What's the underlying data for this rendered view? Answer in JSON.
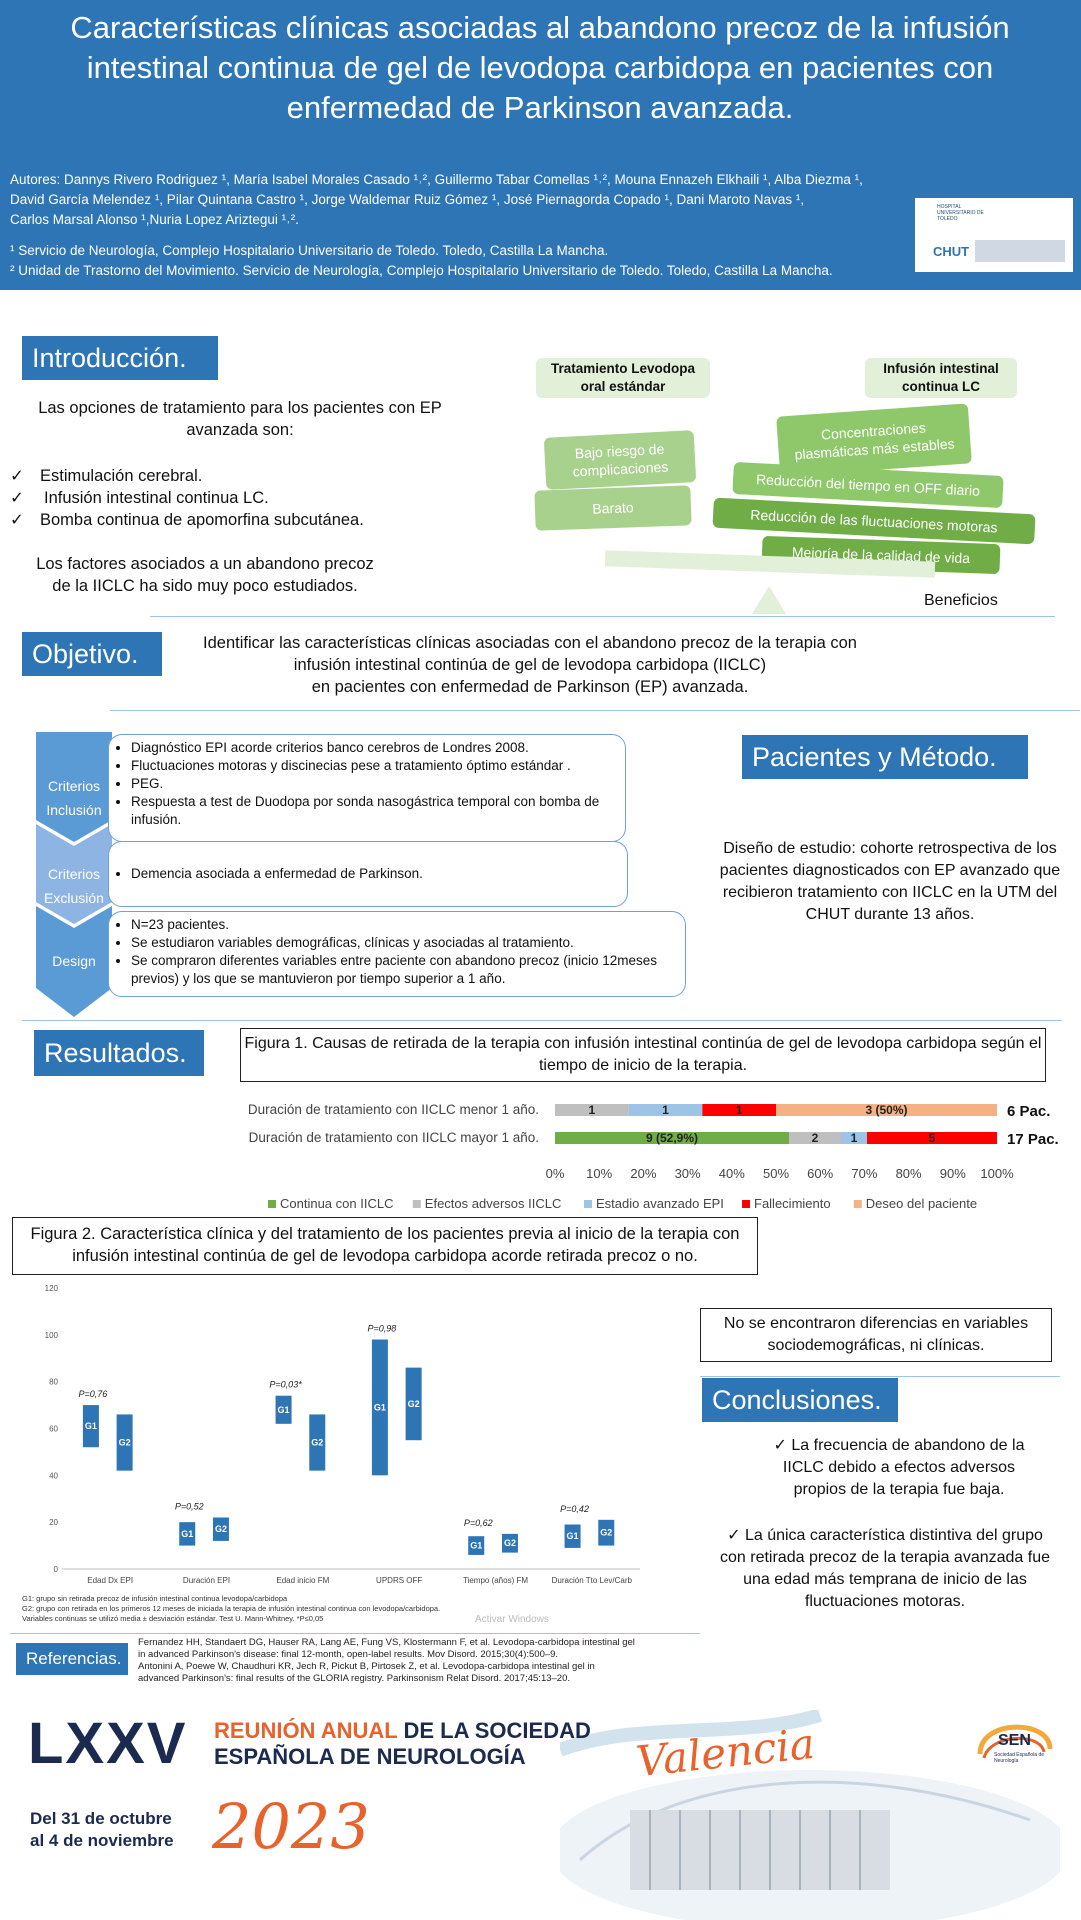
{
  "header": {
    "title": "Características clínicas asociadas al abandono precoz de la infusión intestinal continua de gel de levodopa carbidopa en pacientes con enfermedad de Parkinson avanzada.",
    "authors_line1": "Autores: Dannys Rivero Rodriguez ¹,  María Isabel Morales Casado ¹˒², Guillermo Tabar Comellas ¹˒², Mouna Ennazeh Elkhaili ¹, Alba Diezma ¹,",
    "authors_line2": "David García Melendez ¹, Pilar Quintana Castro ¹, Jorge Waldemar Ruiz Gómez ¹, José Piernagorda Copado ¹, Dani Maroto  Navas ¹,",
    "authors_line3": "Carlos Marsal Alonso ¹,Nuria Lopez Ariztegui ¹˒².",
    "affiliation1": "¹ Servicio de Neurología,  Complejo Hospitalario Universitario de Toledo. Toledo, Castilla La Mancha.",
    "affiliation2": "² Unidad de Trastorno del Movimiento. Servicio de Neurología, Complejo Hospitalario Universitario de Toledo. Toledo, Castilla La Mancha.",
    "logo_text": "CHUT",
    "logo_small": "HOSPITAL UNIVERSITARIO DE TOLEDO"
  },
  "intro": {
    "heading": "Introducción.",
    "lead": "Las opciones de tratamiento para los pacientes con EP avanzada son:",
    "checks": [
      "Estimulación cerebral.",
      "Infusión intestinal continua LC.",
      "Bomba continua de apomorfina subcutánea."
    ],
    "check_mark": "✓",
    "closing": "Los factores asociados a un abandono precoz de la  IICLC ha sido muy poco estudiados."
  },
  "balance": {
    "left_title": "Tratamiento Levodopa oral estándar",
    "right_title": "Infusión intestinal continua LC",
    "left_items": [
      "Bajo riesgo de complicaciones",
      "Barato"
    ],
    "right_items": [
      "Concentraciones plasmáticas más estables",
      "Reducción del tiempo en OFF diario",
      "Reducción de las fluctuaciones motoras",
      "Mejoría de la calidad de vida"
    ],
    "benefits_label": "Beneficios"
  },
  "objective": {
    "heading": "Objetivo.",
    "text1": "Identificar las características clínicas asociadas con el abandono precoz de la terapia con",
    "text2": "infusión intestinal continúa de gel de levodopa carbidopa (IICLC)",
    "text3": "en pacientes con enfermedad de Parkinson (EP) avanzada."
  },
  "criteria": {
    "inclusion_label": "Criterios Inclusión",
    "inclusion_items": [
      "Diagnóstico EPI acorde criterios banco cerebros de Londres 2008.",
      "Fluctuaciones motoras y discinecias pese a tratamiento óptimo estándar .",
      "PEG.",
      "Respuesta a test de Duodopa  por sonda nasogástrica temporal con bomba de infusión."
    ],
    "exclusion_label": "Criterios Exclusión",
    "exclusion_items": [
      "Demencia asociada a enfermedad de Parkinson."
    ],
    "design_label": "Design",
    "design_items": [
      "N=23 pacientes.",
      "Se estudiaron variables demográficas, clínicas y asociadas al tratamiento.",
      "Se compraron  diferentes variables entre paciente con abandono precoz (inicio 12meses previos) y los que se mantuvieron  por tiempo superior a 1 año."
    ]
  },
  "methods": {
    "heading": "Pacientes y Método.",
    "text": "Diseño de estudio: cohorte retrospectiva de los pacientes diagnosticados con EP avanzado que recibieron tratamiento con IICLC en la UTM del CHUT durante 13 años."
  },
  "results": {
    "heading": "Resultados.",
    "fig1_caption": "Figura 1. Causas de retirada de la terapia con infusión intestinal continúa de gel de levodopa carbidopa según el tiempo de inicio de la terapia.",
    "fig2_caption": "Figura 2. Característica clínica y del tratamiento de los pacientes previa al inicio de la terapia con infusión intestinal continúa de gel de levodopa carbidopa acorde retirada precoz o no.",
    "fig2_note1": "G1: grupo sin retirada precoz de infusión intestinal continua levodopa/carbidopa",
    "fig2_note2": "G2: grupo con retirada en los primeros 12 meses de iniciada la terapia de infusión intestinal continua con levodopa/carbidopa.",
    "fig2_note3": "Variables continuas se utilizó media ± desviación estándar. Test U. Mann-Whitney. *P≤0,05",
    "watermark": "Activar Windows",
    "no_diff": "No se encontraron diferencias en variables sociodemográficas, ni clínicas."
  },
  "chart_data": [
    {
      "type": "bar",
      "orientation": "horizontal",
      "stacked": "percent",
      "categories": [
        "Duración de tratamiento con IICLC menor 1 año.",
        "Duración de tratamiento con IICLC mayor 1 año."
      ],
      "totals_labels": [
        "6 Pac.",
        "17 Pac."
      ],
      "xticks": [
        "0%",
        "10%",
        "20%",
        "30%",
        "40%",
        "50%",
        "60%",
        "70%",
        "80%",
        "90%",
        "100%"
      ],
      "series": [
        {
          "name": "Continua con IICLC",
          "color": "#70ad47",
          "values": [
            0,
            9
          ],
          "labels": [
            "",
            "9 (52,9%)"
          ]
        },
        {
          "name": "Efectos adversos IICLC",
          "color": "#bfbfbf",
          "values": [
            1,
            2
          ],
          "labels": [
            "1",
            "2"
          ]
        },
        {
          "name": "Estadio avanzado EPI",
          "color": "#9dc3e6",
          "values": [
            1,
            1
          ],
          "labels": [
            "1",
            "1"
          ]
        },
        {
          "name": "Fallecimiento",
          "color": "#ff0000",
          "values": [
            1,
            5
          ],
          "labels": [
            "1",
            "5"
          ]
        },
        {
          "name": "Deseo del paciente",
          "color": "#f4b183",
          "values": [
            3,
            0
          ],
          "labels": [
            "3 (50%)",
            ""
          ]
        }
      ],
      "legend": "bottom"
    },
    {
      "type": "bar",
      "subtype": "range",
      "ylim": [
        0,
        120
      ],
      "yticks": [
        "0",
        "20",
        "40",
        "60",
        "80",
        "100",
        "120"
      ],
      "categories": [
        "Edad Dx EPI",
        "Duración EPI",
        "Edad inicio FM",
        "UPDRS  OFF",
        "Tiempo (años) FM",
        "Duración Tto Lev/Carb"
      ],
      "bar_color": "#2e75b6",
      "groups": [
        {
          "pvalue": "P=0,76",
          "G1": [
            52,
            70
          ],
          "G2": [
            42,
            66
          ]
        },
        {
          "pvalue": "P=0,52",
          "G1": [
            10,
            20
          ],
          "G2": [
            12,
            22
          ]
        },
        {
          "pvalue": "P=0,03*",
          "G1": [
            62,
            74
          ],
          "G2": [
            42,
            66
          ]
        },
        {
          "pvalue": "P=0,98",
          "G1": [
            40,
            98
          ],
          "G2": [
            55,
            86
          ]
        },
        {
          "pvalue": "P=0,62",
          "G1": [
            6,
            14
          ],
          "G2": [
            7,
            15
          ]
        },
        {
          "pvalue": "P=0,42",
          "G1": [
            9,
            19
          ],
          "G2": [
            10,
            21
          ]
        }
      ],
      "group_labels": [
        "G1",
        "G2"
      ]
    }
  ],
  "conclusions": {
    "heading": "Conclusiones.",
    "item1": "La frecuencia de abandono de la IICLC debido a efectos adversos propios de la terapia fue baja.",
    "item2": "La única característica distintiva del grupo con retirada precoz de la terapia avanzada fue una edad más temprana de inicio de las fluctuaciones motoras.",
    "check_mark": "✓"
  },
  "references": {
    "heading": "Referencias.",
    "ref1": "Fernandez HH, Standaert DG, Hauser RA, Lang AE, Fung VS, Klostermann F, et al. Levodopa-carbidopa intestinal gel in advanced Parkinson's disease: final 12-month, open-label results. Mov Disord. 2015;30(4):500–9.",
    "ref2": "Antonini A, Poewe W, Chaudhuri KR, Jech R, Pickut B, Pirtosek Z, et al. Levodopa-carbidopa intestinal gel in advanced Parkinson's: final results of the GLORIA registry. Parkinsonism Relat Disord. 2017;45:13–20."
  },
  "footer": {
    "roman": "LXXV",
    "meeting_line1_a": "REUNIÓN ANUAL",
    "meeting_line1_b": " DE LA SOCIEDAD",
    "meeting_line2": "ESPAÑOLA DE NEUROLOGÍA",
    "dates_line1": "Del 31 de octubre",
    "dates_line2": "al 4 de noviembre",
    "year": "2023",
    "city": "Valencia",
    "sen": "SEN",
    "sen_sub": "Sociedad Española de Neurología"
  }
}
